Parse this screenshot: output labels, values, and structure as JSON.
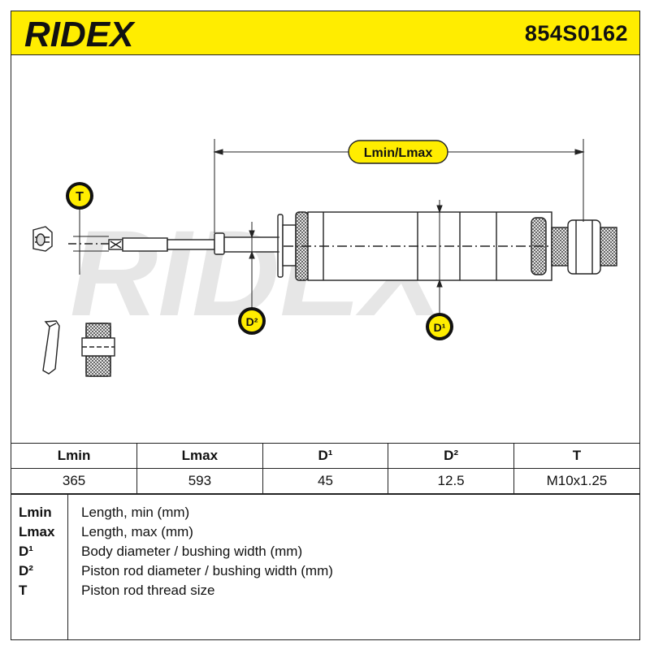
{
  "brand": "RIDEX",
  "part_number": "854S0162",
  "watermark": "RIDEX",
  "colors": {
    "brand_yellow": "#ffed00",
    "line": "#222222",
    "watermark": "#e6e6e6"
  },
  "diagram_labels": {
    "length": "Lmin/Lmax",
    "thread": "T",
    "rod_diameter": "D²",
    "body_diameter": "D¹"
  },
  "spec_table": {
    "headers": [
      "Lmin",
      "Lmax",
      "D¹",
      "D²",
      "T"
    ],
    "values": [
      "365",
      "593",
      "45",
      "12.5",
      "M10x1.25"
    ]
  },
  "legend": [
    {
      "abbr": "Lmin",
      "desc": "Length, min (mm)"
    },
    {
      "abbr": "Lmax",
      "desc": "Length, max (mm)"
    },
    {
      "abbr": "D¹",
      "desc": "Body diameter / bushing width (mm)"
    },
    {
      "abbr": "D²",
      "desc": "Piston rod diameter / bushing width (mm)"
    },
    {
      "abbr": "T",
      "desc": "Piston rod thread size"
    }
  ]
}
